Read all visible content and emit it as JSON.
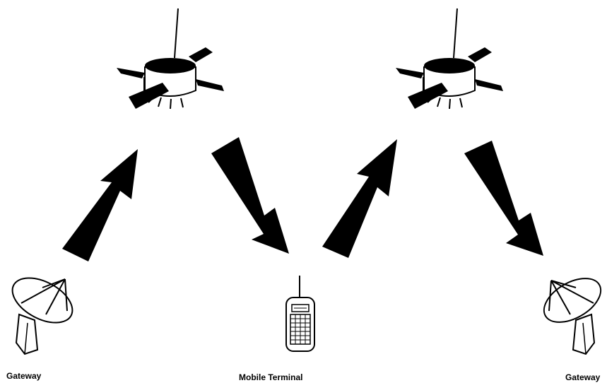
{
  "diagram": {
    "background_color": "#ffffff",
    "ink_color": "#000000",
    "satellites": [
      {
        "icon": "satellite-icon"
      },
      {
        "icon": "satellite-icon"
      }
    ],
    "links": [
      {
        "from": "gateway-left",
        "to": "satellite-left",
        "icon": "uplink-arrow"
      },
      {
        "from": "satellite-left",
        "to": "mobile-terminal",
        "icon": "downlink-arrow"
      },
      {
        "from": "mobile-terminal",
        "to": "satellite-right",
        "icon": "uplink-arrow"
      },
      {
        "from": "satellite-right",
        "to": "gateway-right",
        "icon": "downlink-arrow"
      }
    ],
    "gateway_left": {
      "label": "Gateway",
      "icon": "dish-antenna-icon"
    },
    "mobile_terminal": {
      "label": "Mobile Terminal",
      "icon": "mobile-phone-icon"
    },
    "gateway_right": {
      "label": "Gateway",
      "icon": "dish-antenna-icon"
    }
  }
}
